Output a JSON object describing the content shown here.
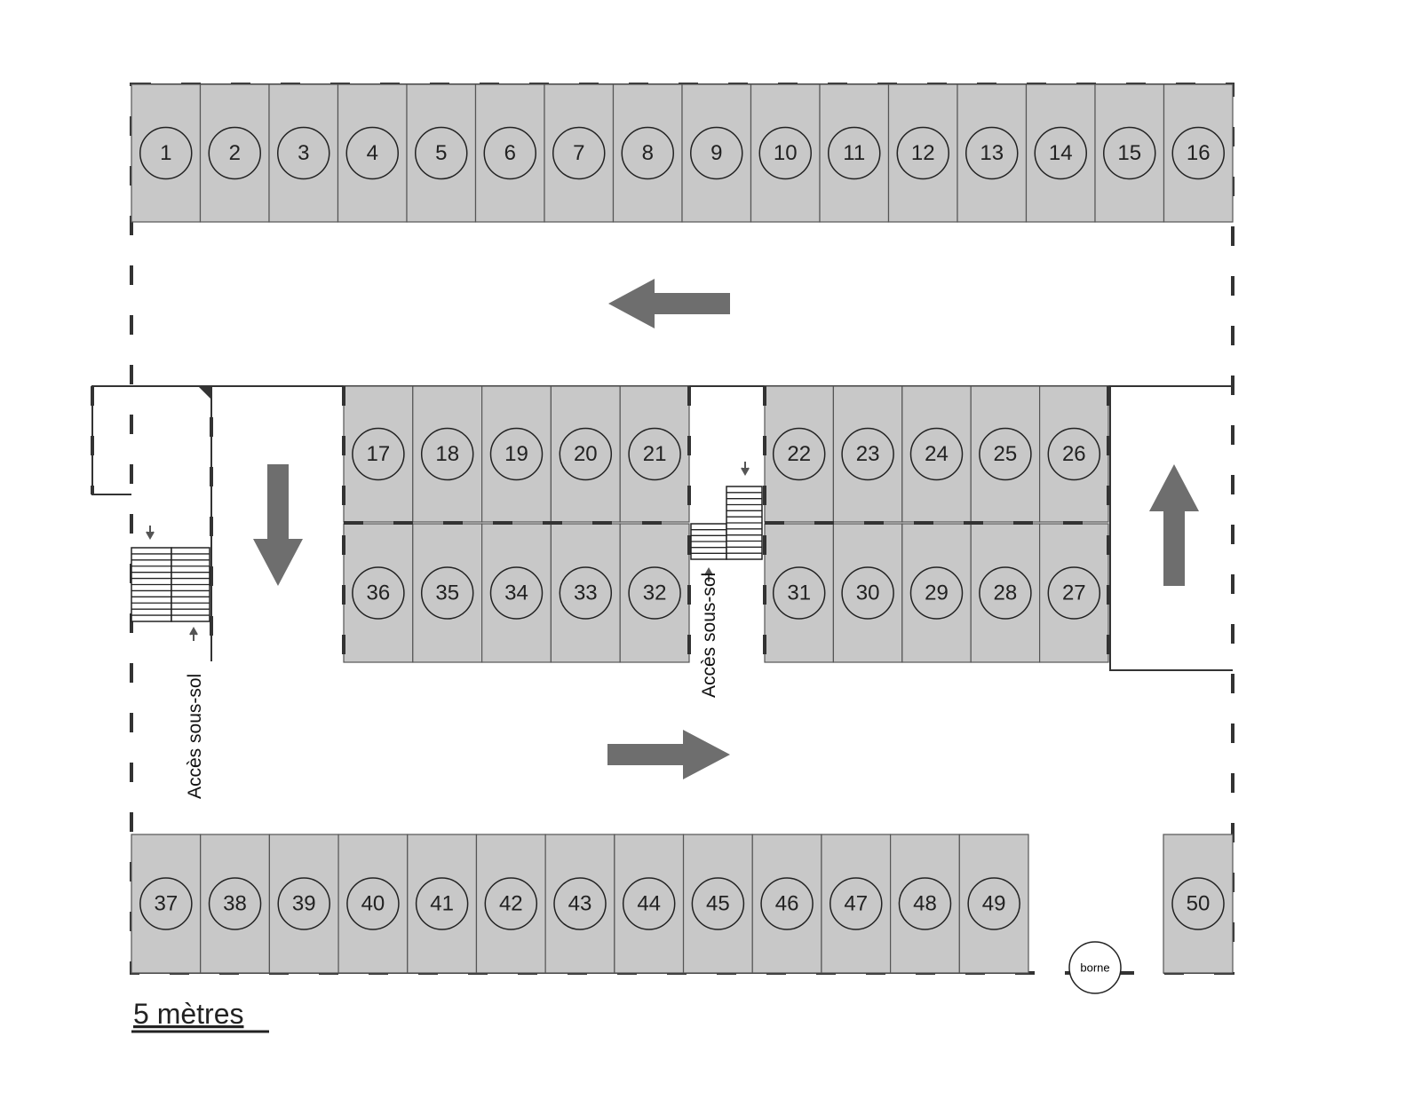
{
  "plan": {
    "top_row": [
      1,
      2,
      3,
      4,
      5,
      6,
      7,
      8,
      9,
      10,
      11,
      12,
      13,
      14,
      15,
      16
    ],
    "middle_upper_left": [
      17,
      18,
      19,
      20,
      21
    ],
    "middle_upper_right": [
      22,
      23,
      24,
      25,
      26
    ],
    "middle_lower_left": [
      36,
      35,
      34,
      33,
      32
    ],
    "middle_lower_right": [
      31,
      30,
      29,
      28,
      27
    ],
    "bottom_row": [
      37,
      38,
      39,
      40,
      41,
      42,
      43,
      44,
      45,
      46,
      47,
      48,
      49
    ],
    "bottom_right": [
      50
    ],
    "borne_label": "borne",
    "access_label_left": "Accès sous-sol",
    "access_label_middle": "Accès sous-sol",
    "scale_label": "5 mètres"
  },
  "colors": {
    "slot_fill": "#c8c8c8",
    "arrow": "#6e6e6e"
  }
}
